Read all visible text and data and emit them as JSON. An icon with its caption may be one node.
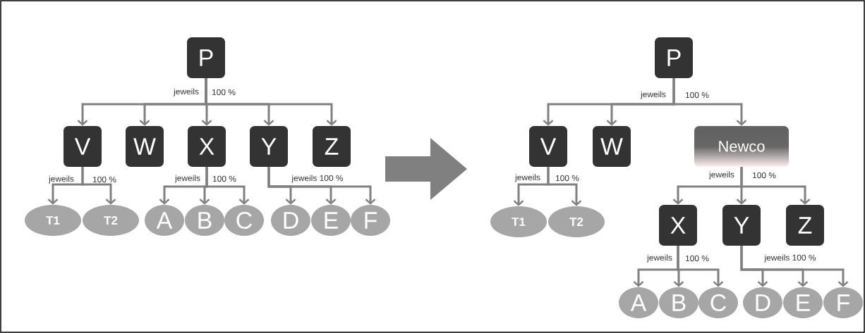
{
  "diagram": {
    "nodes": [
      {
        "text": [
          "P"
        ]
      },
      {
        "text": [
          "V"
        ]
      },
      {
        "text": [
          "W"
        ]
      },
      {
        "text": [
          "X"
        ]
      },
      {
        "text": [
          "Y"
        ]
      },
      {
        "text": [
          "Z"
        ]
      },
      {
        "text": [
          "T1"
        ]
      },
      {
        "text": [
          "T2"
        ]
      },
      {
        "text": [
          "A"
        ]
      },
      {
        "text": [
          "B"
        ]
      },
      {
        "text": [
          "C"
        ]
      },
      {
        "text": [
          "D"
        ]
      },
      {
        "text": [
          "E"
        ]
      },
      {
        "text": [
          "F"
        ]
      },
      {
        "text": [
          "P"
        ]
      },
      {
        "text": [
          "V"
        ]
      },
      {
        "text": [
          "W"
        ]
      },
      {
        "text": [
          "Newco"
        ]
      },
      {
        "text": [
          "T1"
        ]
      },
      {
        "text": [
          "T2"
        ]
      },
      {
        "text": [
          "X"
        ]
      },
      {
        "text": [
          "Y"
        ]
      },
      {
        "text": [
          "Z"
        ]
      },
      {
        "text": [
          "A"
        ]
      },
      {
        "text": [
          "B"
        ]
      },
      {
        "text": [
          "C"
        ]
      },
      {
        "text": [
          "D"
        ]
      },
      {
        "text": [
          "E"
        ]
      },
      {
        "text": [
          "F"
        ]
      }
    ],
    "edges": [
      {
        "from": 0,
        "to": 1,
        "arrow": "to"
      },
      {
        "from": 0,
        "to": 2,
        "arrow": "to"
      },
      {
        "from": 0,
        "to": 3,
        "arrow": "to"
      },
      {
        "from": 0,
        "to": 4,
        "arrow": "to"
      },
      {
        "from": 0,
        "to": 5,
        "arrow": "to"
      },
      {
        "from": 1,
        "to": 6,
        "arrow": "to"
      },
      {
        "from": 1,
        "to": 7,
        "arrow": "to"
      },
      {
        "from": 3,
        "to": 8,
        "arrow": "to"
      },
      {
        "from": 3,
        "to": 9,
        "arrow": "to"
      },
      {
        "from": 3,
        "to": 10,
        "arrow": "to"
      },
      {
        "from": 4,
        "to": 11,
        "arrow": "to"
      },
      {
        "from": 4,
        "to": 12,
        "arrow": "to"
      },
      {
        "from": 4,
        "to": 13,
        "arrow": "to"
      },
      {
        "from": 14,
        "to": 15,
        "arrow": "to"
      },
      {
        "from": 14,
        "to": 16,
        "arrow": "to"
      },
      {
        "from": 14,
        "to": 17,
        "arrow": "to"
      },
      {
        "from": 15,
        "to": 18,
        "arrow": "to"
      },
      {
        "from": 15,
        "to": 19,
        "arrow": "to"
      },
      {
        "from": 17,
        "to": 20,
        "arrow": "to"
      },
      {
        "from": 17,
        "to": 21,
        "arrow": "to"
      },
      {
        "from": 17,
        "to": 22,
        "arrow": "to"
      },
      {
        "from": 20,
        "to": 23,
        "arrow": "to"
      },
      {
        "from": 20,
        "to": 24,
        "arrow": "to"
      },
      {
        "from": 20,
        "to": 25,
        "arrow": "to"
      },
      {
        "from": 21,
        "to": 26,
        "arrow": "to"
      },
      {
        "from": 21,
        "to": 27,
        "arrow": "to"
      },
      {
        "from": 21,
        "to": 28,
        "arrow": "to"
      }
    ],
    "labels": [
      "jeweils",
      "100 %",
      "jeweils",
      "100 %",
      "jeweils",
      "100 %",
      "jeweils 100 %",
      "jeweils",
      "100 %",
      "jeweils",
      "100 %",
      "jeweils",
      "100 %",
      "jeweils",
      "100 %",
      "jeweils 100 %"
    ]
  }
}
